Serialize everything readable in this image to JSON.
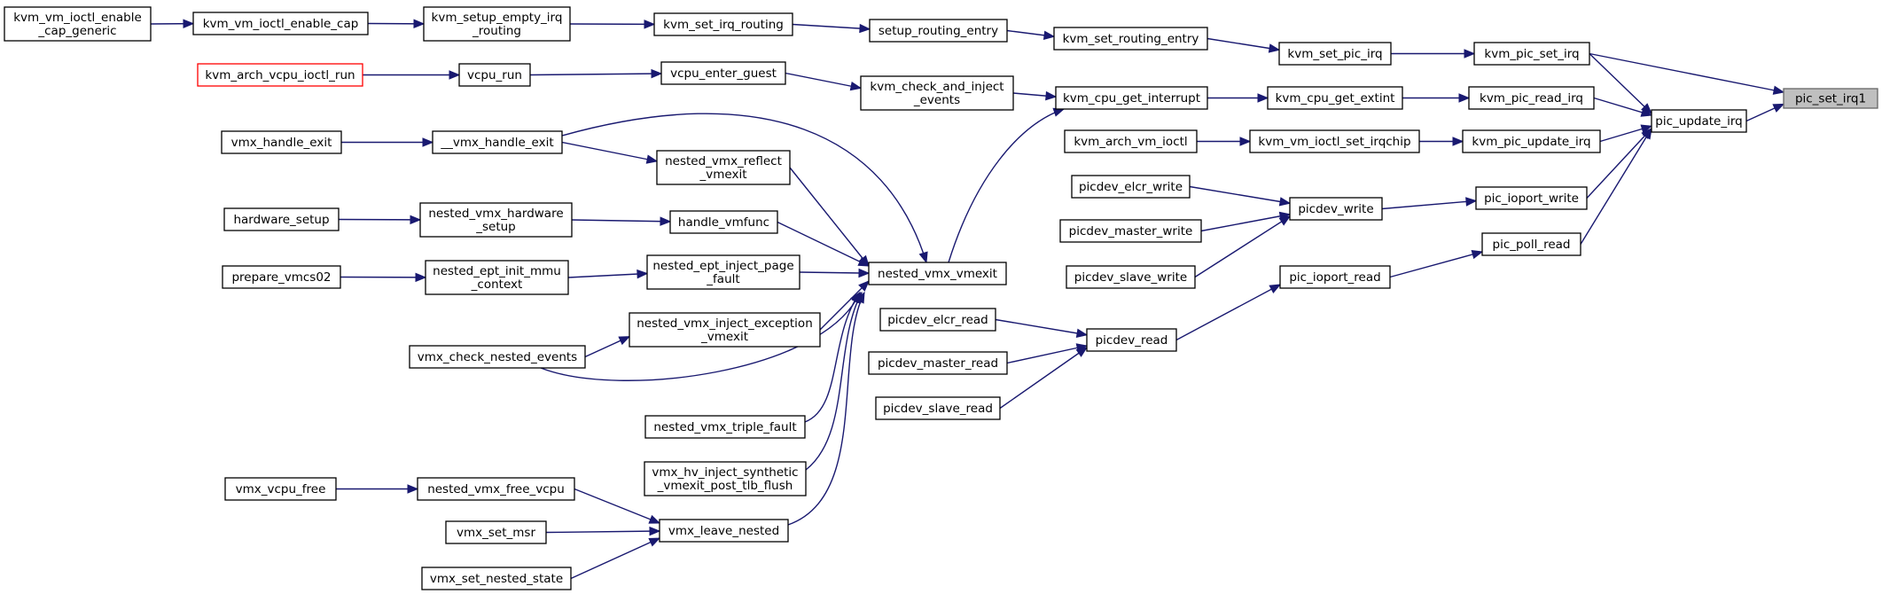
{
  "diagram": {
    "type": "call-graph",
    "nodes": [
      {
        "id": "pic_set_irq1",
        "lines": [
          "pic_set_irq1"
        ],
        "style": "highlight"
      },
      {
        "id": "pic_update_irq",
        "lines": [
          "pic_update_irq"
        ]
      },
      {
        "id": "kvm_pic_set_irq",
        "lines": [
          "kvm_pic_set_irq"
        ]
      },
      {
        "id": "kvm_pic_read_irq",
        "lines": [
          "kvm_pic_read_irq"
        ]
      },
      {
        "id": "kvm_pic_update_irq",
        "lines": [
          "kvm_pic_update_irq"
        ]
      },
      {
        "id": "pic_ioport_write",
        "lines": [
          "pic_ioport_write"
        ]
      },
      {
        "id": "pic_poll_read",
        "lines": [
          "pic_poll_read"
        ]
      },
      {
        "id": "kvm_set_pic_irq",
        "lines": [
          "kvm_set_pic_irq"
        ]
      },
      {
        "id": "kvm_cpu_get_extint",
        "lines": [
          "kvm_cpu_get_extint"
        ]
      },
      {
        "id": "kvm_vm_ioctl_set_irqchip",
        "lines": [
          "kvm_vm_ioctl_set_irqchip"
        ]
      },
      {
        "id": "picdev_write",
        "lines": [
          "picdev_write"
        ]
      },
      {
        "id": "pic_ioport_read",
        "lines": [
          "pic_ioport_read"
        ]
      },
      {
        "id": "kvm_set_routing_entry",
        "lines": [
          "kvm_set_routing_entry"
        ]
      },
      {
        "id": "kvm_cpu_get_interrupt",
        "lines": [
          "kvm_cpu_get_interrupt"
        ]
      },
      {
        "id": "kvm_arch_vm_ioctl",
        "lines": [
          "kvm_arch_vm_ioctl"
        ]
      },
      {
        "id": "picdev_elcr_write",
        "lines": [
          "picdev_elcr_write"
        ]
      },
      {
        "id": "picdev_master_write",
        "lines": [
          "picdev_master_write"
        ]
      },
      {
        "id": "picdev_slave_write",
        "lines": [
          "picdev_slave_write"
        ]
      },
      {
        "id": "picdev_read",
        "lines": [
          "picdev_read"
        ]
      },
      {
        "id": "setup_routing_entry",
        "lines": [
          "setup_routing_entry"
        ]
      },
      {
        "id": "kvm_check_and_inject_events",
        "lines": [
          "kvm_check_and_inject",
          "_events"
        ]
      },
      {
        "id": "nested_vmx_vmexit",
        "lines": [
          "nested_vmx_vmexit"
        ]
      },
      {
        "id": "picdev_elcr_read",
        "lines": [
          "picdev_elcr_read"
        ]
      },
      {
        "id": "picdev_master_read",
        "lines": [
          "picdev_master_read"
        ]
      },
      {
        "id": "picdev_slave_read",
        "lines": [
          "picdev_slave_read"
        ]
      },
      {
        "id": "kvm_set_irq_routing",
        "lines": [
          "kvm_set_irq_routing"
        ]
      },
      {
        "id": "vcpu_enter_guest",
        "lines": [
          "vcpu_enter_guest"
        ]
      },
      {
        "id": "nested_vmx_reflect_vmexit",
        "lines": [
          "nested_vmx_reflect",
          "_vmexit"
        ]
      },
      {
        "id": "handle_vmfunc",
        "lines": [
          "handle_vmfunc"
        ]
      },
      {
        "id": "nested_ept_inject_page_fault",
        "lines": [
          "nested_ept_inject_page",
          "_fault"
        ]
      },
      {
        "id": "nested_vmx_inject_exception_vmexit",
        "lines": [
          "nested_vmx_inject_exception",
          "_vmexit"
        ]
      },
      {
        "id": "nested_vmx_triple_fault",
        "lines": [
          "nested_vmx_triple_fault"
        ]
      },
      {
        "id": "vmx_hv_inject_synthetic_vmexit_post_tlb_flush",
        "lines": [
          "vmx_hv_inject_synthetic",
          "_vmexit_post_tlb_flush"
        ]
      },
      {
        "id": "vmx_leave_nested",
        "lines": [
          "vmx_leave_nested"
        ]
      },
      {
        "id": "kvm_vm_ioctl_enable_cap_generic",
        "lines": [
          "kvm_vm_ioctl_enable",
          "_cap_generic"
        ]
      },
      {
        "id": "kvm_vm_ioctl_enable_cap",
        "lines": [
          "kvm_vm_ioctl_enable_cap"
        ]
      },
      {
        "id": "kvm_setup_empty_irq_routing",
        "lines": [
          "kvm_setup_empty_irq",
          "_routing"
        ]
      },
      {
        "id": "kvm_arch_vcpu_ioctl_run",
        "lines": [
          "kvm_arch_vcpu_ioctl_run"
        ],
        "style": "red"
      },
      {
        "id": "vcpu_run",
        "lines": [
          "vcpu_run"
        ]
      },
      {
        "id": "vmx_handle_exit",
        "lines": [
          "vmx_handle_exit"
        ]
      },
      {
        "id": "__vmx_handle_exit",
        "lines": [
          "__vmx_handle_exit"
        ]
      },
      {
        "id": "hardware_setup",
        "lines": [
          "hardware_setup"
        ]
      },
      {
        "id": "nested_vmx_hardware_setup",
        "lines": [
          "nested_vmx_hardware",
          "_setup"
        ]
      },
      {
        "id": "prepare_vmcs02",
        "lines": [
          "prepare_vmcs02"
        ]
      },
      {
        "id": "nested_ept_init_mmu_context",
        "lines": [
          "nested_ept_init_mmu",
          "_context"
        ]
      },
      {
        "id": "vmx_check_nested_events",
        "lines": [
          "vmx_check_nested_events"
        ]
      },
      {
        "id": "vmx_vcpu_free",
        "lines": [
          "vmx_vcpu_free"
        ]
      },
      {
        "id": "nested_vmx_free_vcpu",
        "lines": [
          "nested_vmx_free_vcpu"
        ]
      },
      {
        "id": "vmx_set_msr",
        "lines": [
          "vmx_set_msr"
        ]
      },
      {
        "id": "vmx_set_nested_state",
        "lines": [
          "vmx_set_nested_state"
        ]
      }
    ],
    "edges": [
      [
        "pic_update_irq",
        "pic_set_irq1"
      ],
      [
        "kvm_pic_set_irq",
        "pic_set_irq1"
      ],
      [
        "kvm_pic_set_irq",
        "pic_update_irq"
      ],
      [
        "kvm_pic_read_irq",
        "pic_update_irq"
      ],
      [
        "kvm_pic_update_irq",
        "pic_update_irq"
      ],
      [
        "pic_ioport_write",
        "pic_update_irq"
      ],
      [
        "pic_poll_read",
        "pic_update_irq"
      ],
      [
        "kvm_set_pic_irq",
        "kvm_pic_set_irq"
      ],
      [
        "kvm_cpu_get_extint",
        "kvm_pic_read_irq"
      ],
      [
        "kvm_vm_ioctl_set_irqchip",
        "kvm_pic_update_irq"
      ],
      [
        "picdev_write",
        "pic_ioport_write"
      ],
      [
        "pic_ioport_read",
        "pic_poll_read"
      ],
      [
        "kvm_set_routing_entry",
        "kvm_set_pic_irq"
      ],
      [
        "kvm_cpu_get_interrupt",
        "kvm_cpu_get_extint"
      ],
      [
        "kvm_arch_vm_ioctl",
        "kvm_vm_ioctl_set_irqchip"
      ],
      [
        "picdev_elcr_write",
        "picdev_write"
      ],
      [
        "picdev_master_write",
        "picdev_write"
      ],
      [
        "picdev_slave_write",
        "picdev_write"
      ],
      [
        "picdev_read",
        "pic_ioport_read"
      ],
      [
        "setup_routing_entry",
        "kvm_set_routing_entry"
      ],
      [
        "kvm_check_and_inject_events",
        "kvm_cpu_get_interrupt"
      ],
      [
        "nested_vmx_vmexit",
        "kvm_cpu_get_interrupt"
      ],
      [
        "picdev_elcr_read",
        "picdev_read"
      ],
      [
        "picdev_master_read",
        "picdev_read"
      ],
      [
        "picdev_slave_read",
        "picdev_read"
      ],
      [
        "kvm_set_irq_routing",
        "setup_routing_entry"
      ],
      [
        "vcpu_enter_guest",
        "kvm_check_and_inject_events"
      ],
      [
        "__vmx_handle_exit",
        "nested_vmx_vmexit"
      ],
      [
        "nested_vmx_reflect_vmexit",
        "nested_vmx_vmexit"
      ],
      [
        "handle_vmfunc",
        "nested_vmx_vmexit"
      ],
      [
        "nested_ept_inject_page_fault",
        "nested_vmx_vmexit"
      ],
      [
        "nested_vmx_inject_exception_vmexit",
        "nested_vmx_vmexit"
      ],
      [
        "vmx_check_nested_events",
        "nested_vmx_vmexit"
      ],
      [
        "nested_vmx_triple_fault",
        "nested_vmx_vmexit"
      ],
      [
        "vmx_hv_inject_synthetic_vmexit_post_tlb_flush",
        "nested_vmx_vmexit"
      ],
      [
        "vmx_leave_nested",
        "nested_vmx_vmexit"
      ],
      [
        "kvm_setup_empty_irq_routing",
        "kvm_set_irq_routing"
      ],
      [
        "vcpu_run",
        "vcpu_enter_guest"
      ],
      [
        "__vmx_handle_exit",
        "nested_vmx_reflect_vmexit"
      ],
      [
        "nested_vmx_hardware_setup",
        "handle_vmfunc"
      ],
      [
        "nested_ept_init_mmu_context",
        "nested_ept_inject_page_fault"
      ],
      [
        "vmx_check_nested_events",
        "nested_vmx_inject_exception_vmexit"
      ],
      [
        "nested_vmx_free_vcpu",
        "vmx_leave_nested"
      ],
      [
        "vmx_set_msr",
        "vmx_leave_nested"
      ],
      [
        "vmx_set_nested_state",
        "vmx_leave_nested"
      ],
      [
        "kvm_vm_ioctl_enable_cap",
        "kvm_setup_empty_irq_routing"
      ],
      [
        "kvm_arch_vcpu_ioctl_run",
        "vcpu_run"
      ],
      [
        "vmx_handle_exit",
        "__vmx_handle_exit"
      ],
      [
        "hardware_setup",
        "nested_vmx_hardware_setup"
      ],
      [
        "prepare_vmcs02",
        "nested_ept_init_mmu_context"
      ],
      [
        "vmx_vcpu_free",
        "nested_vmx_free_vcpu"
      ],
      [
        "kvm_vm_ioctl_enable_cap_generic",
        "kvm_vm_ioctl_enable_cap"
      ]
    ]
  }
}
